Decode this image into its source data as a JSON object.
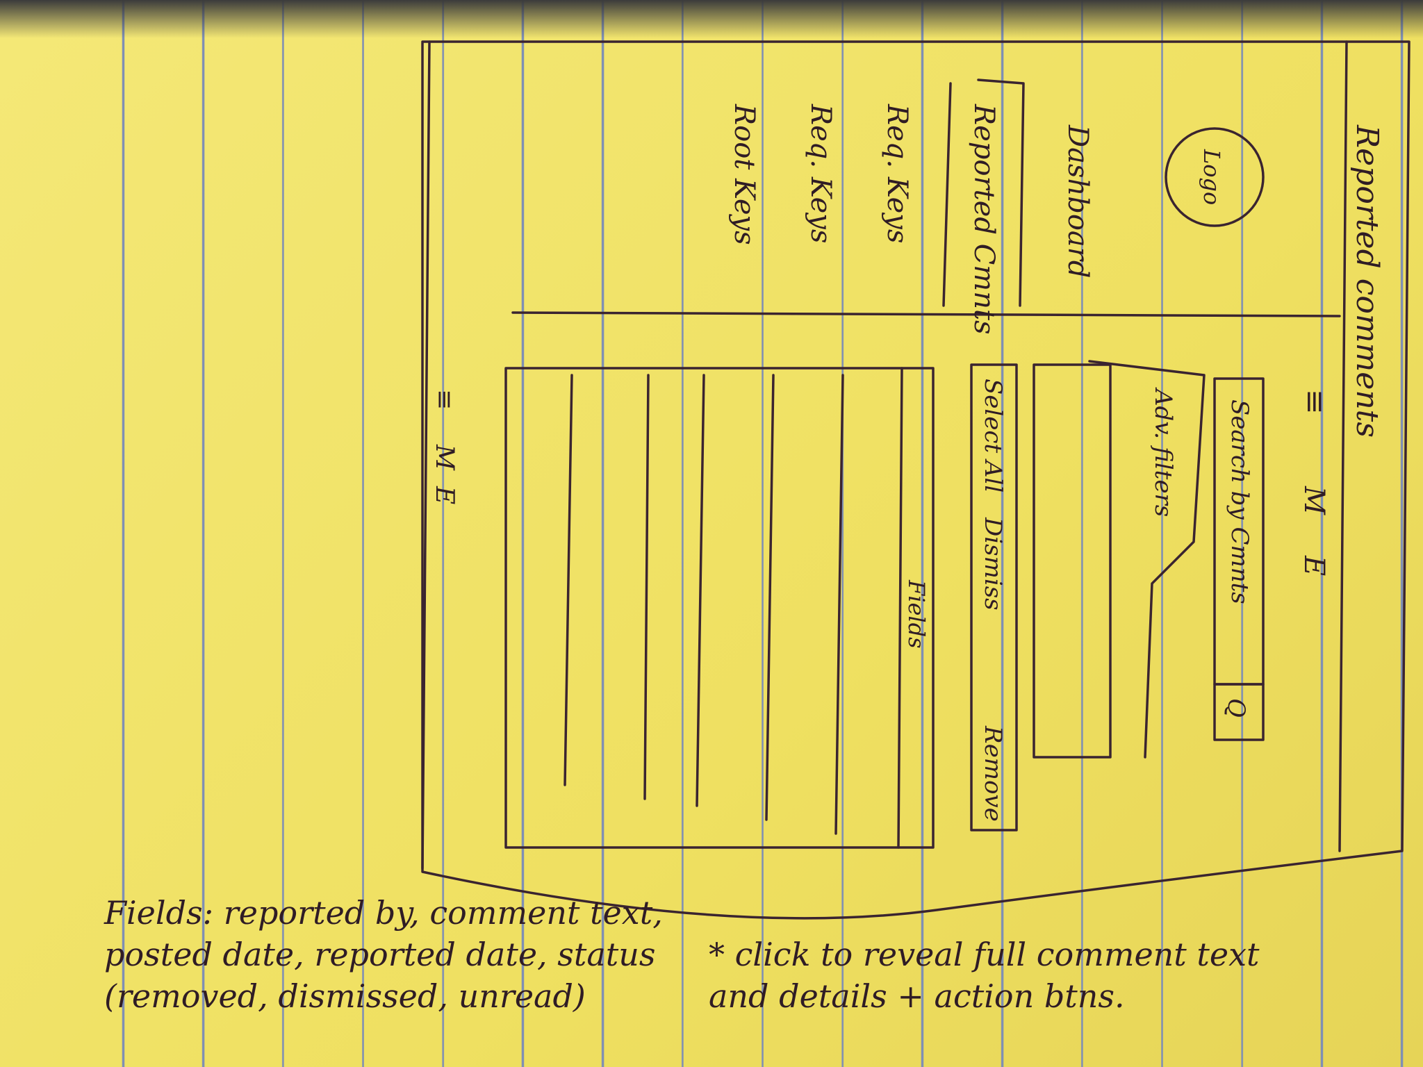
{
  "page_title": "Reported comments",
  "header": {
    "hamburger": "≡",
    "menu_letters": [
      "M",
      "E"
    ]
  },
  "logo": "Logo",
  "sidebar": {
    "items": [
      {
        "label": "Dashboard"
      },
      {
        "label": "Reported Cmnts"
      },
      {
        "label": "Req. Keys"
      },
      {
        "label": "Req. Keys"
      },
      {
        "label": "Root Keys"
      }
    ]
  },
  "toolbar": {
    "search_placeholder": "Search by Cmnts",
    "search_icon": "magnifier",
    "filters_label": "Adv. filters",
    "select_all": "Select All",
    "dismiss": "Dismiss",
    "remove": "Remove"
  },
  "table": {
    "header": "Fields",
    "rows": 5
  },
  "footer": {
    "letters": [
      "≡",
      "M",
      "E"
    ]
  },
  "notes": {
    "fields_line1": "Fields: reported by, comment text,",
    "fields_line2": "posted date, reported date, status",
    "fields_line3": "(removed, dismissed, unread)",
    "click_line1": "* click to reveal full comment text",
    "click_line2": "and details + action btns."
  }
}
